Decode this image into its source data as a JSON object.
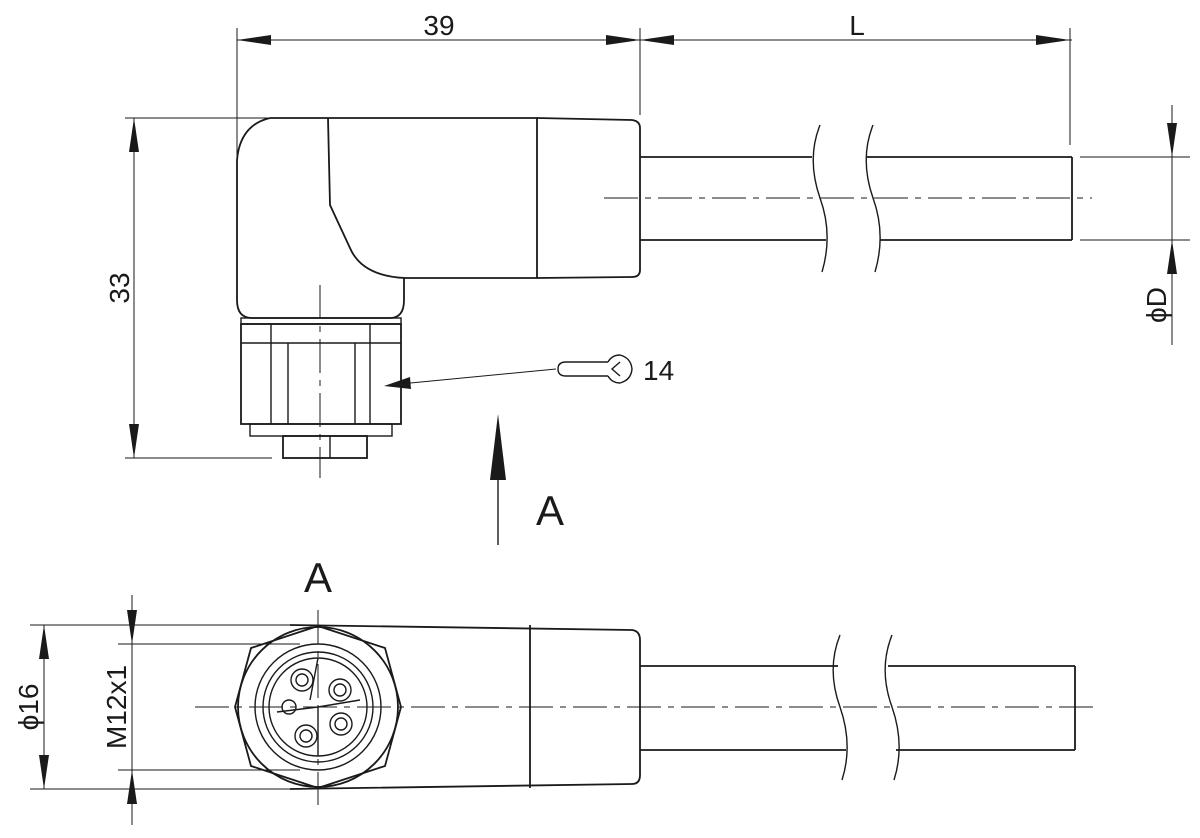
{
  "dimensions": {
    "width_39": "39",
    "length_L": "L",
    "height_33": "33",
    "cable_diameter": "ϕD",
    "wrench_size": "14",
    "front_diameter": "ϕ16",
    "thread": "M12x1"
  },
  "view_labels": {
    "direction_arrow": "A",
    "view_title": "A"
  },
  "colors": {
    "line": "#1a1a1a",
    "background": "#ffffff"
  }
}
